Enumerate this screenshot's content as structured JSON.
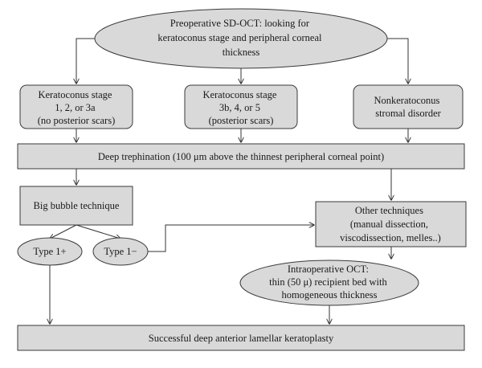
{
  "nodes": {
    "preop": {
      "shape": "ellipse",
      "lines": [
        "Preoperative SD-OCT: looking for",
        "keratoconus stage and peripheral corneal",
        "thickness"
      ]
    },
    "kc_early": {
      "shape": "rounded-box",
      "lines": [
        "Keratoconus stage",
        "1, 2, or 3a",
        "(no posterior scars)"
      ]
    },
    "kc_late": {
      "shape": "rounded-box",
      "lines": [
        "Keratoconus stage",
        "3b, 4, or 5",
        "(posterior scars)"
      ]
    },
    "nonkc": {
      "shape": "rounded-box",
      "lines": [
        "Nonkeratoconus",
        "stromal disorder"
      ]
    },
    "deep_trephination": {
      "shape": "box",
      "lines": [
        "Deep trephination (100 μm above the thinnest peripheral corneal point)"
      ]
    },
    "big_bubble": {
      "shape": "box",
      "lines": [
        "Big bubble technique"
      ]
    },
    "type1plus": {
      "shape": "ellipse",
      "lines": [
        "Type 1+"
      ]
    },
    "type1minus": {
      "shape": "ellipse",
      "lines": [
        "Type 1−"
      ]
    },
    "other_tech": {
      "shape": "box",
      "lines": [
        "Other techniques",
        "(manual dissection,",
        "viscodissection, melles..)"
      ]
    },
    "intraop": {
      "shape": "ellipse",
      "lines": [
        "Intraoperative OCT:",
        "thin (50 μ) recipient bed with",
        "homogeneous thickness"
      ]
    },
    "success": {
      "shape": "box",
      "lines": [
        "Successful deep anterior lamellar keratoplasty"
      ]
    }
  },
  "edges": [
    {
      "from": "preop",
      "to": "kc_early"
    },
    {
      "from": "preop",
      "to": "kc_late"
    },
    {
      "from": "preop",
      "to": "nonkc"
    },
    {
      "from": "kc_early",
      "to": "deep_trephination"
    },
    {
      "from": "kc_late",
      "to": "deep_trephination"
    },
    {
      "from": "nonkc",
      "to": "deep_trephination"
    },
    {
      "from": "deep_trephination",
      "to": "big_bubble"
    },
    {
      "from": "deep_trephination",
      "to": "other_tech"
    },
    {
      "from": "big_bubble",
      "to": "type1plus"
    },
    {
      "from": "big_bubble",
      "to": "type1minus"
    },
    {
      "from": "type1minus",
      "to": "other_tech"
    },
    {
      "from": "other_tech",
      "to": "intraop"
    },
    {
      "from": "type1plus",
      "to": "success"
    },
    {
      "from": "intraop",
      "to": "success"
    }
  ]
}
